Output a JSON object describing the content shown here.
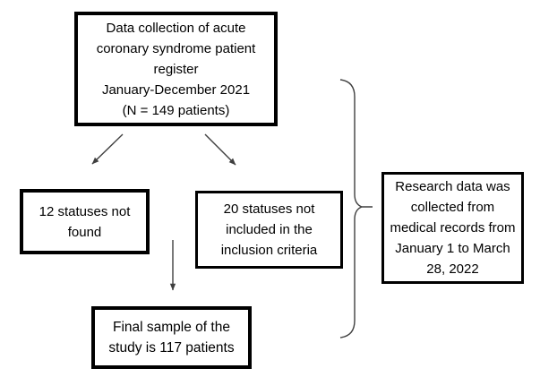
{
  "colors": {
    "background": "#ffffff",
    "box_fill": "#ffffff",
    "box_border": "#000000",
    "text": "#000000",
    "connector": "#3f3f3f"
  },
  "flowchart": {
    "boxes": {
      "data_collection": {
        "text": "Data collection of acute\ncoronary syndrome patient\nregister\nJanuary-December 2021\n(N = 149 patients)"
      },
      "statuses_not_found": {
        "text": "12 statuses not\nfound"
      },
      "statuses_excluded": {
        "text": "20 statuses not\nincluded in the\ninclusion criteria"
      },
      "final_sample": {
        "text": "Final sample of the\nstudy is 117 patients"
      },
      "research_note": {
        "text": "Research data was\ncollected from\nmedical records from\nJanuary 1 to March\n28, 2022"
      }
    }
  }
}
